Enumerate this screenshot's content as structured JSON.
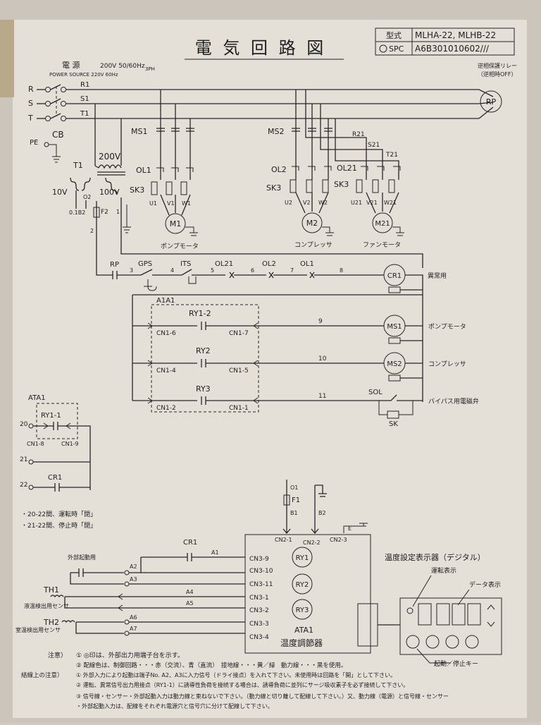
{
  "title": "電 気 回 路 図",
  "titleblock": {
    "model_label": "型式",
    "model": "MLHA-22, MLHB-22",
    "spc_label": "SPC",
    "spc": "A6B301010602///"
  },
  "power": {
    "label_jp": "電 源",
    "label_en": "POWER SOURCE 220V 60Hz",
    "spec": "200V 50/60Hz",
    "phase": "3PH"
  },
  "relay_note": {
    "line1": "逆相保護リレー",
    "line2": "（逆相時OFF）"
  },
  "terminals": {
    "R": "R",
    "S": "S",
    "T": "T",
    "PE": "PE"
  },
  "lines": {
    "R1": "R1",
    "S1": "S1",
    "T1": "T1",
    "R21": "R21",
    "S21": "S21",
    "T21": "T21"
  },
  "components": {
    "CB": "CB",
    "T1": "T1",
    "v200": "200V",
    "v10": "10V",
    "v100": "100V",
    "O2": "O2",
    "O1B2": "0.1B2",
    "F2": "F2",
    "n1": "1",
    "n2": "2",
    "RP": "RP",
    "MS1": "MS1",
    "MS2": "MS2",
    "OL1": "OL1",
    "OL2": "OL2",
    "OL21": "OL21",
    "SK3a": "SK3",
    "SK3b": "SK3",
    "SK3c": "SK3",
    "U1": "U1",
    "V1": "V1",
    "W1": "W1",
    "U2": "U2",
    "V2": "V2",
    "W2": "W2",
    "U21": "U21",
    "V21": "V21",
    "W21": "W21",
    "M1": "M1",
    "M2": "M2",
    "M21": "M21",
    "pump_motor": "ポンプモータ",
    "compressor": "コンプレッサ",
    "fan_motor": "ファンモータ"
  },
  "ctrl": {
    "RP": "RP",
    "GPS": "GPS",
    "ITS": "ITS",
    "OL21": "OL21",
    "OL2": "OL2",
    "OL1": "OL1",
    "w3": "3",
    "w4": "4",
    "w5": "5",
    "w6": "6",
    "w7": "7",
    "w8": "8",
    "w9": "9",
    "w10": "10",
    "w11": "11",
    "CR1": "CR1",
    "abnormal": "異常用",
    "ATA1": "A1A1",
    "RY12": "RY1-2",
    "RY2": "RY2",
    "RY3": "RY3",
    "CN16": "CN1-6",
    "CN17": "CN1-7",
    "CN14": "CN1-4",
    "CN15": "CN1-5",
    "CN12": "CN1-2",
    "CN11": "CN1-1",
    "MS1": "MS1",
    "MS2": "MS2",
    "pump": "ポンプモータ",
    "comp": "コンプレッサ",
    "SOL": "SOL",
    "SK": "SK",
    "bypass": "バイパス用電磁弁"
  },
  "ata1_box": {
    "label": "ATA1",
    "RY11": "RY1-1",
    "CN18": "CN1-8",
    "CN19": "CN1-9",
    "t20": "20",
    "t21": "21",
    "t22": "22",
    "CR1": "CR1",
    "note1": "・20-22間、運転時「閉」",
    "note2": "・21-22間、停止時「閉」"
  },
  "lower": {
    "ext_start": "外部起動用",
    "CR1": "CR1",
    "A1": "A1",
    "A2": "A2",
    "A3": "A3",
    "A4": "A4",
    "A5": "A5",
    "A6": "A6",
    "A7": "A7",
    "TH1": "TH1",
    "TH1_desc": "液温検出用センサ",
    "TH2": "TH2",
    "TH2_desc": "室温検出用センサ",
    "O1": "O1",
    "F1": "F1",
    "B1": "B1",
    "B2": "B2",
    "E": "E",
    "CN21": "CN2-1",
    "CN22": "CN2-2",
    "CN23": "CN2-3",
    "CN39": "CN3-9",
    "CN310": "CN3-10",
    "CN311": "CN3-11",
    "CN31": "CN3-1",
    "CN32": "CN3-2",
    "CN33": "CN3-3",
    "CN34": "CN3-4",
    "RY1": "RY1",
    "RY2": "RY2",
    "RY3": "RY3",
    "ATA1": "ATA1",
    "controller": "温度調節器",
    "display_title": "温度設定表示器（デジタル）",
    "run_display": "運転表示",
    "data_display": "データ表示",
    "startstop": "起動／停止キー"
  },
  "notes": {
    "label1": "注意）",
    "n1": "① ◎印は、外部出力用端子台を示す。",
    "n2": "② 配線色は、制御回路・・・赤（交流）、青（直流）　接地線・・・黄／緑　動力線・・・黒を使用。",
    "label2": "結線上の注意）",
    "n3": "① 外部入力により起動は端子No. A2、A3に入力信号（ドライ接点）を入れて下さい。未使用時は回路を「開」として下さい。",
    "n4": "② 運転、異常信号出力用接点（RY1-1）に誘導性負荷を接続する場合は、誘導負荷に並列にサージ吸収素子を必ず接続して下さい。",
    "n5": "③ 信号線・センサー・外部起動入力は動力線と束ねないで下さい。（動力線と切り離して配線して下さい。）又、動力線（電源）と信号線・センサー",
    "n6": "・外部起動入力は、配線をそれぞれ電源穴と信号穴に分けて配線して下さい。"
  }
}
